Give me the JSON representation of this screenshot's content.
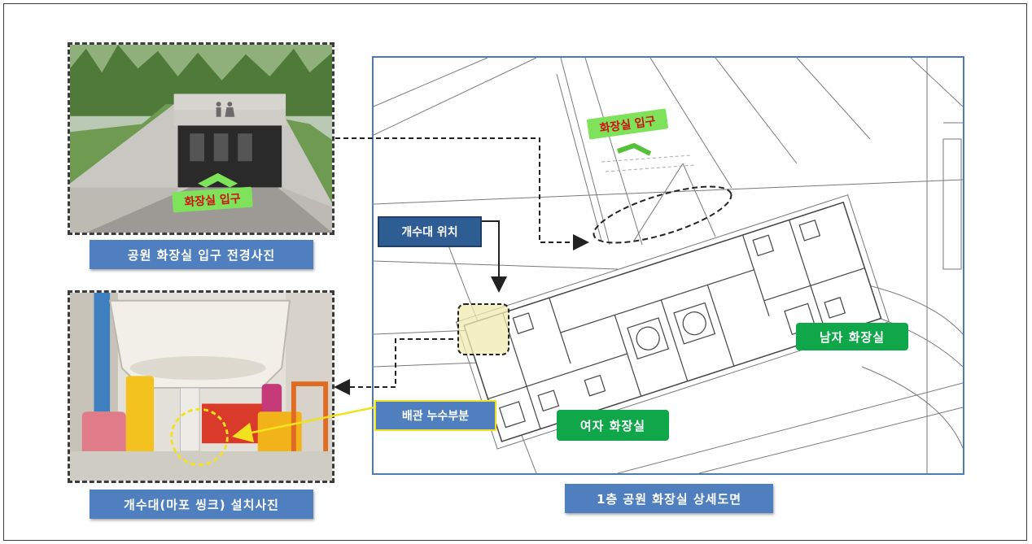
{
  "captions": {
    "entrance_photo": "공원 화장실 입구 전경사진",
    "sink_photo": "개수대(마포 씽크) 설치사진",
    "floor_plan": "1층 공원 화장실 상세도면"
  },
  "labels": {
    "entrance_on_photo": "화장실 입구",
    "entrance_on_plan": "화장실 입구",
    "sink_location": "개수대 위치",
    "leak_area": "배관 누수부분",
    "mens_room": "남자 화장실",
    "womens_room": "여자 화장실"
  },
  "colors": {
    "caption_bg": "#4f7fbf",
    "plan_border": "#4e7bb1",
    "room_tag_bg": "#10a64a",
    "entry_tag_bg": "#7ee25a",
    "entry_tag_text": "#d01010",
    "leak_highlight": "#f2e11e"
  }
}
